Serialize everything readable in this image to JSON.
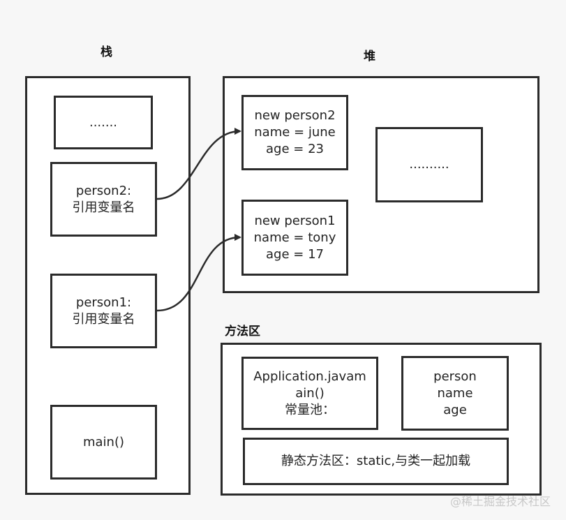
{
  "stack": {
    "title": "栈",
    "ellipsis": ".......",
    "person2": [
      "person2:",
      "引用变量名"
    ],
    "person1": [
      "person1:",
      "引用变量名"
    ],
    "main": "main()"
  },
  "heap": {
    "title": "堆",
    "obj2": [
      "new person2",
      "name = june",
      "age = 23"
    ],
    "obj1": [
      "new person1",
      "name = tony",
      "age = 17"
    ],
    "ellipsis": ".........."
  },
  "method_area": {
    "title": "方法区",
    "app": [
      "Application.javam",
      "ain()",
      "常量池："
    ],
    "class_info": [
      "person",
      "name",
      "age"
    ],
    "static_area": "静态方法区：static,与类一起加载"
  },
  "watermark": "@稀土掘金技术社区"
}
